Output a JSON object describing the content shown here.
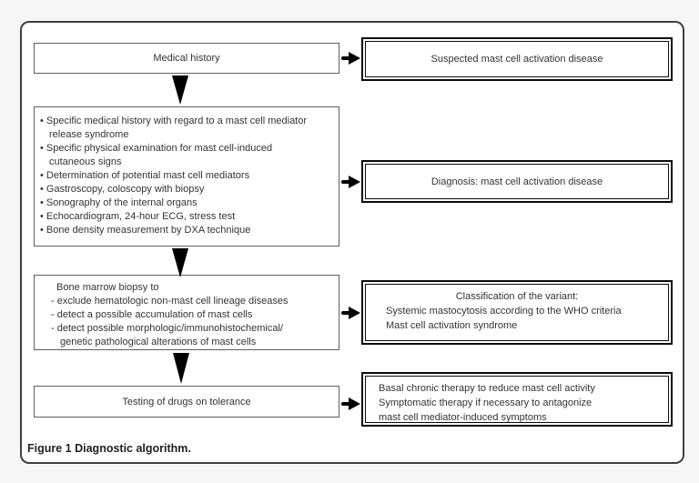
{
  "figure_caption": {
    "label": "Figure 1",
    "title": "Diagnostic algorithm."
  },
  "flowchart": {
    "left_column": {
      "box1": {
        "text": "Medical history"
      },
      "box2": {
        "lines": [
          "• Specific medical history with regard to a mast cell mediator",
          "release syndrome",
          "• Specific physical examination for mast cell-induced",
          "cutaneous signs",
          "• Determination of potential mast cell mediators",
          "• Gastroscopy, coloscopy with biopsy",
          "• Sonography of the internal organs",
          "• Echocardiogram, 24-hour ECG, stress test",
          "• Bone density measurement by DXA technique"
        ]
      },
      "box3": {
        "lines": [
          "Bone marrow biopsy to",
          "- exclude hematologic non-mast cell lineage diseases",
          "- detect a possible accumulation of mast cells",
          "- detect possible morphologic/immunohistochemical/",
          "genetic pathological alterations of mast cells"
        ]
      },
      "box4": {
        "text": "Testing of drugs on tolerance"
      }
    },
    "right_column": {
      "box1": {
        "text": "Suspected mast cell activation disease"
      },
      "box2": {
        "text": "Diagnosis: mast cell activation disease"
      },
      "box3": {
        "heading": "Classification of the variant:",
        "lines": [
          "Systemic mastocytosis according to the WHO criteria",
          "Mast cell activation syndrome"
        ]
      },
      "box4": {
        "lines": [
          "Basal chronic therapy to reduce mast cell activity",
          "Symptomatic therapy if necessary to antagonize",
          "mast cell mediator-induced symptoms"
        ]
      }
    }
  },
  "colors": {
    "background": "#f6f6f6",
    "box_background": "#ffffff",
    "frame_border": "#3f3f3f",
    "left_box_border": "#5f5f5f",
    "right_box_border": "#0b0b0b",
    "arrow": "#000000",
    "text": "#333333"
  }
}
